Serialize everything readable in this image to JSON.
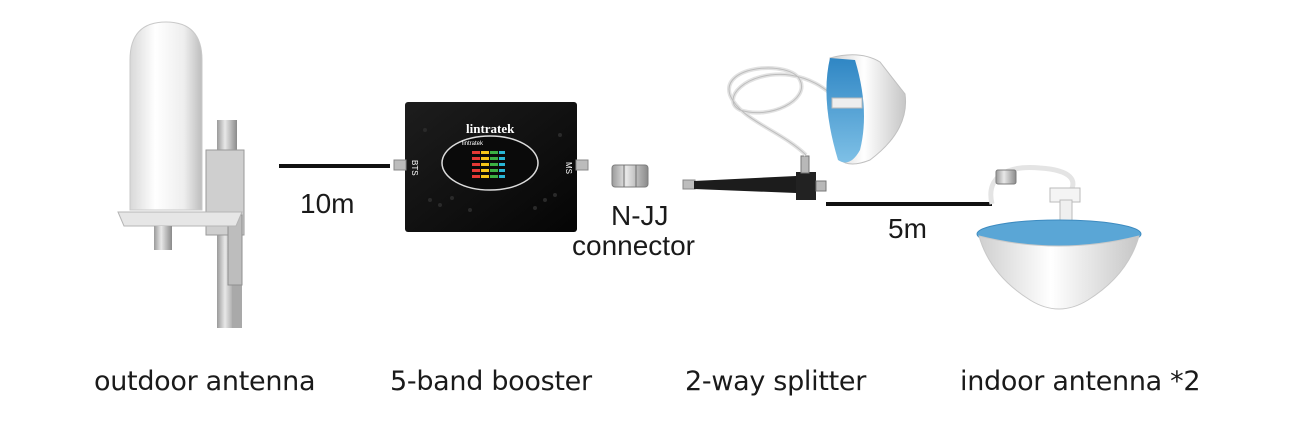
{
  "brand": "lintratek",
  "booster": {
    "brand_label": "lintratek",
    "mini_brand_label": "lintratek",
    "port_left": "BTS",
    "port_right": "MS"
  },
  "cables": {
    "outdoor_to_booster": "10m",
    "splitter_to_indoor": "5m"
  },
  "connector_label": {
    "line1": "N-JJ",
    "line2": "connector"
  },
  "captions": {
    "outdoor_antenna": "outdoor antenna",
    "booster": "5-band booster",
    "splitter": "2-way splitter",
    "indoor_antenna": "indoor antenna *2"
  },
  "colors": {
    "booster_body": "#111111",
    "indoor_antenna_blue": "#4a9bd0",
    "antenna_white": "#f2f2f2",
    "led_red": "#e53935",
    "led_yellow": "#f5c518",
    "led_green": "#3cb043",
    "led_cyan": "#29b6d6"
  }
}
